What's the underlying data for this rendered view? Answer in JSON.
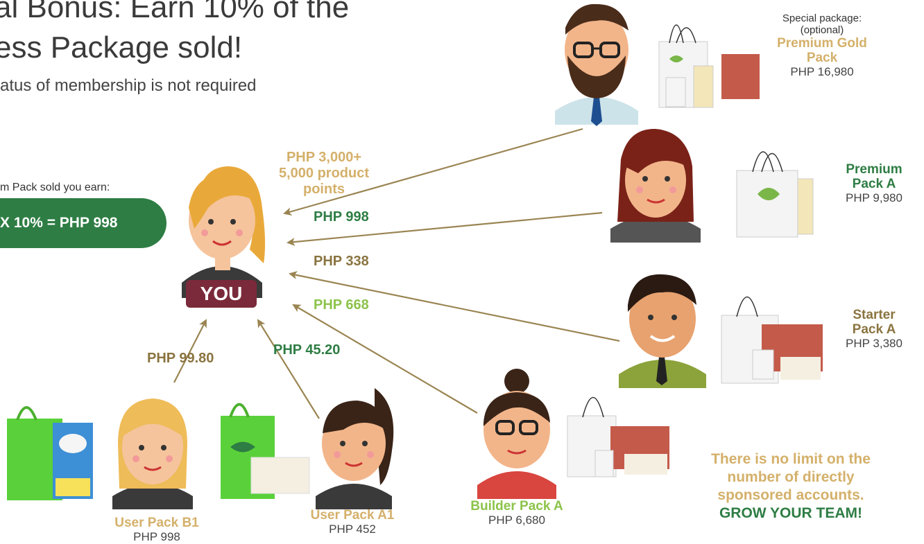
{
  "header": {
    "title_line1": "al Bonus: Earn 10% of the",
    "title_line2": "ess Package sold!",
    "subtitle": "atus of membership is not required"
  },
  "example": {
    "label": "m Pack sold you earn:",
    "formula": "X 10% = PHP 998"
  },
  "you_label": "YOU",
  "earnings": {
    "premium_gold": "PHP 3,000+\n5,000 product\npoints",
    "premium_a": "PHP 998",
    "starter_a": "PHP 338",
    "builder_a": "PHP 668",
    "user_a1": "PHP 45.20",
    "user_b1": "PHP 99.80"
  },
  "packages": {
    "premium_gold": {
      "note": "Special package:\n(optional)",
      "name": "Premium Gold\nPack",
      "price": "PHP 16,980"
    },
    "premium_a": {
      "name": "Premium\nPack A",
      "price": "PHP 9,980"
    },
    "starter_a": {
      "name": "Starter\nPack A",
      "price": "PHP 3,380"
    },
    "builder_a": {
      "name": "Builder Pack A",
      "price": "PHP 6,680"
    },
    "user_a1": {
      "name": "User Pack A1",
      "price": "PHP 452"
    },
    "user_b1": {
      "name": "User Pack B1",
      "price": "PHP 998"
    }
  },
  "footer_note": {
    "line1": "There is no limit on the",
    "line2": "number of directly",
    "line3": "sponsored accounts.",
    "line4": "GROW YOUR TEAM!"
  },
  "colors": {
    "gold": "#d4b06a",
    "green": "#2e7d44",
    "arrow": "#9a8552",
    "badge": "#7a2a3a"
  }
}
